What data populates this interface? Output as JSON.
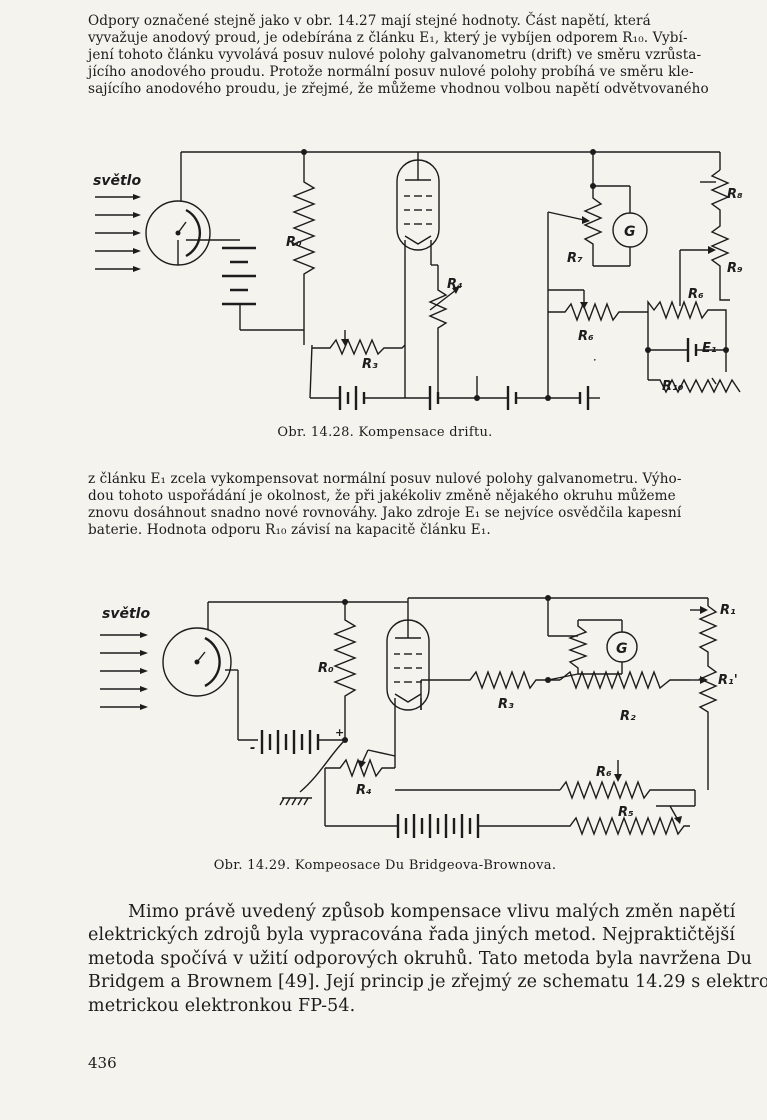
{
  "page_number": "436",
  "paragraph_1": [
    "Odpory označené stejně jako v obr. 14.27 mají stejné hodnoty. Část napětí, která",
    "vyvažuje anodový proud, je odebírána z článku E₁, který je vybíjen odporem R₁₀. Vybí-",
    "jení tohoto článku vyvolává posuv nulové polohy galvanometru (drift) ve směru vzrůsta-",
    "jícího anodového proudu. Protože normální posuv nulové polohy probíhá ve směru kle-",
    "sajícího anodového proudu, je zřejmé, že můžeme vhodnou volbou napětí odvětvovaného"
  ],
  "figure_1": {
    "caption": "Obr. 14.28. Kompensace driftu.",
    "light_label": "světlo",
    "labels": {
      "R0": "R₀",
      "R3": "R₃",
      "R4": "R₄",
      "R6a": "R₆",
      "R6b": "R₆",
      "R7": "R₇",
      "R8": "R₈",
      "R9": "R₉",
      "R10": "R₁₀",
      "E1": "E₁",
      "G": "G",
      "mark": "ᐧ"
    }
  },
  "paragraph_2": [
    "z článku E₁ zcela vykompensovat normální posuv nulové polohy galvanometru. Výho-",
    "dou tohoto uspořádání je okolnost, že při jakékoliv změně nějakého okruhu můžeme",
    "znovu dosáhnout snadno nové rovnováhy. Jako zdroje E₁ se nejvíce osvědčila kapesní",
    "baterie. Hodnota odporu R₁₀ závisí na kapacitě článku E₁."
  ],
  "figure_2": {
    "caption": "Obr. 14.29. Kompeosace Du Bridgeova-Brownova.",
    "light_label": "světlo",
    "labels": {
      "R0": "R₀",
      "R1": "R₁",
      "R1p": "R₁'",
      "R2": "R₂",
      "R3": "R₃",
      "R4": "R₄",
      "R5": "R₅",
      "R6": "R₆",
      "G": "G",
      "minus": "-",
      "plus": "+"
    }
  },
  "paragraph_3": [
    "Mimo právě uvedený způsob kompensace vlivu malých změn napětí",
    "elektrických zdrojů byla vypracována řada jiných metod. Nejpraktičtější",
    "metoda spočívá v užití odporových okruhů. Tato metoda byla navržena Du",
    "Bridgem a Brownem [49]. Její princip je zřejmý ze schematu 14.29 s elektro-",
    "metrickou elektronkou FP-54."
  ]
}
